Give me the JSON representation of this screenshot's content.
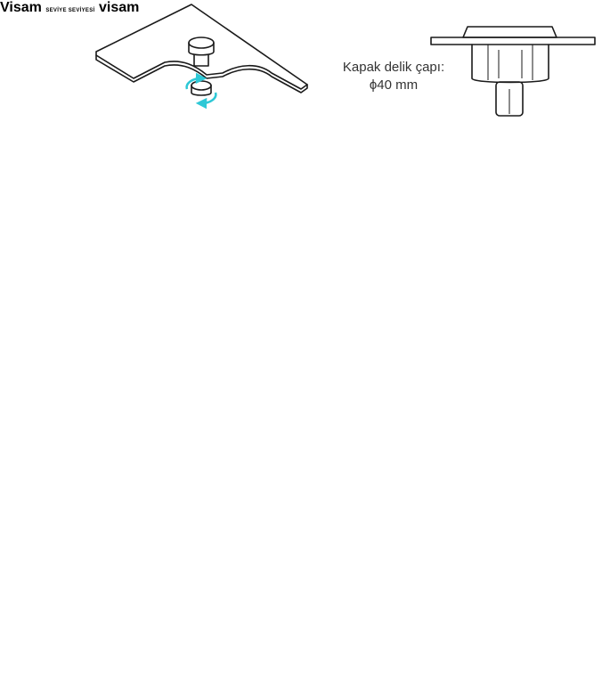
{
  "caption": {
    "line1": "Kapak delik çapı:",
    "line2": "ϕ40 mm"
  },
  "level_label": "SEVİYE SEVİYESİ",
  "brand_small": "Visam",
  "brand_large": "visam",
  "colors": {
    "accent": "#2ec8d6",
    "line": "#1a1a1a",
    "background": "#ffffff",
    "body_grey": "#e9e9e9"
  },
  "icons": [
    "rotate-arrows-icon",
    "vertical-double-arrow-icon"
  ]
}
